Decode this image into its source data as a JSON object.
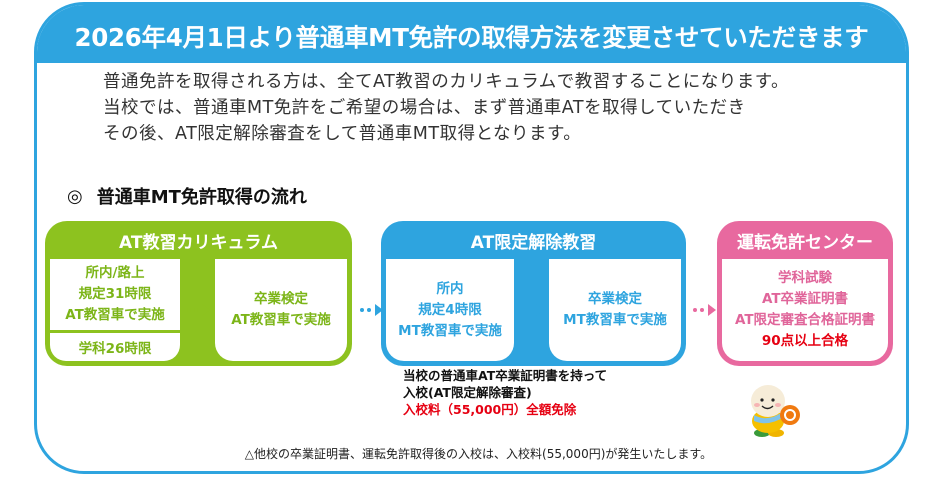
{
  "title": "2026年4月1日より普通車MT免許の取得方法を変更させていただきます",
  "intro_lines": [
    "普通免許を取得される方は、全てAT教習のカリキュラムで教習することになります。",
    "当校では、普通車MT免許をご希望の場合は、まず普通車ATを取得していただき",
    "その後、AT限定解除審査をして普通車MT取得となります。"
  ],
  "flow_heading": {
    "mark": "◎",
    "text": "普通車MT免許取得の流れ"
  },
  "groups": {
    "at_curriculum": {
      "title": "AT教習カリキュラム",
      "step1_lines": [
        "所内/路上",
        "規定31時限",
        "AT教習車で実施"
      ],
      "step1_sub": "学科26時限",
      "step2_lines": [
        "卒業検定",
        "AT教習車で実施"
      ]
    },
    "at_limit_release": {
      "title": "AT限定解除教習",
      "step1_lines": [
        "所内",
        "規定4時限",
        "MT教習車で実施"
      ],
      "step2_lines": [
        "卒業検定",
        "MT教習車で実施"
      ]
    },
    "license_center": {
      "title": "運転免許センター",
      "lines": [
        "学科試験",
        "AT卒業証明書",
        "AT限定審査合格証明書"
      ],
      "pass_line": "90点以上合格"
    }
  },
  "note": {
    "line1": "当校の普通車AT卒業証明書を持って",
    "line2": "入校(AT限定解除審査)",
    "line3": "入校料（55,000円）全額免除"
  },
  "footnote": "△他校の卒業証明書、運転免許取得後の入校は、入校料(55,000円)が発生いたします。",
  "colors": {
    "blue": "#2ea4df",
    "green": "#8dc21f",
    "pink": "#e8699f",
    "red": "#e60012"
  },
  "icons": {
    "flow_arrow": "dotted-arrow-icon",
    "mascot": "mascot-character-icon"
  }
}
